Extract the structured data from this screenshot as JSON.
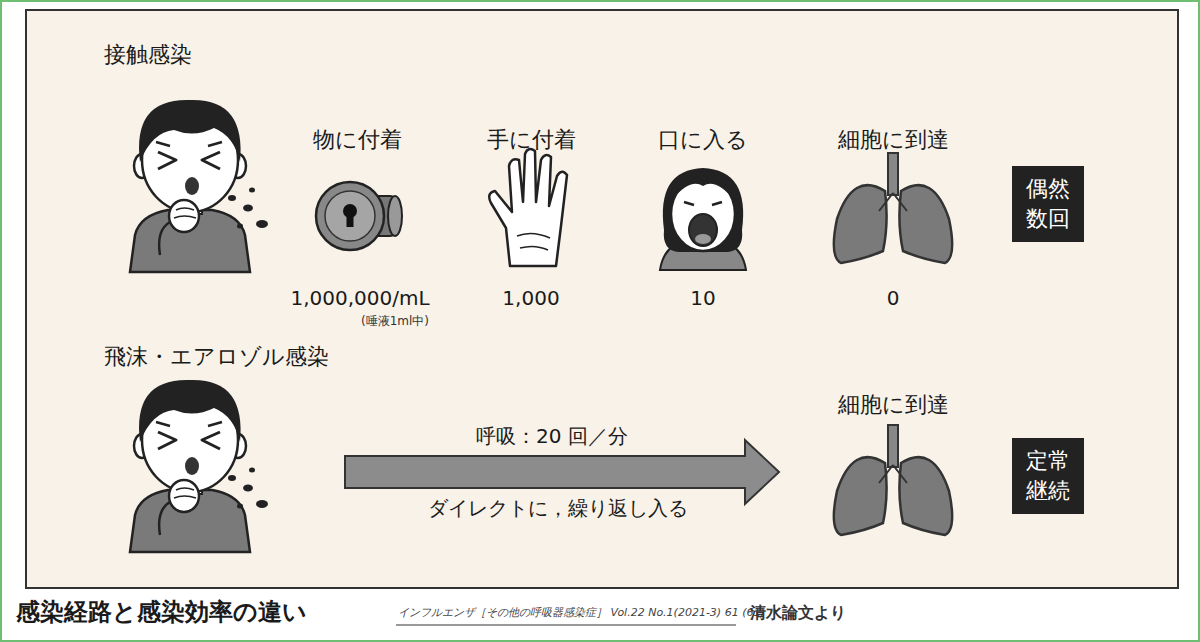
{
  "diagram": {
    "caption": "感染経路と感染効率の違い",
    "nodes": [
      {
        "text": [
          "偶然 数回"
        ]
      },
      {
        "text": [
          "定常 継続"
        ]
      }
    ],
    "labels": [
      "接触感染",
      "物に付着",
      "手に付着",
      "口に入る",
      "細胞に到達",
      "1,000,000/mL",
      "(唾液1ml中)",
      "1,000",
      "10",
      "0",
      "飛沫・エアロゾル感染",
      "呼吸：20 回／分",
      "ダイレクトに，繰り返し入る",
      "細胞に到達",
      "インフルエンザ［その他の呼吸器感染症］ Vol.22 No.1(2021-3) 61 (61)",
      "清水論文より"
    ]
  }
}
